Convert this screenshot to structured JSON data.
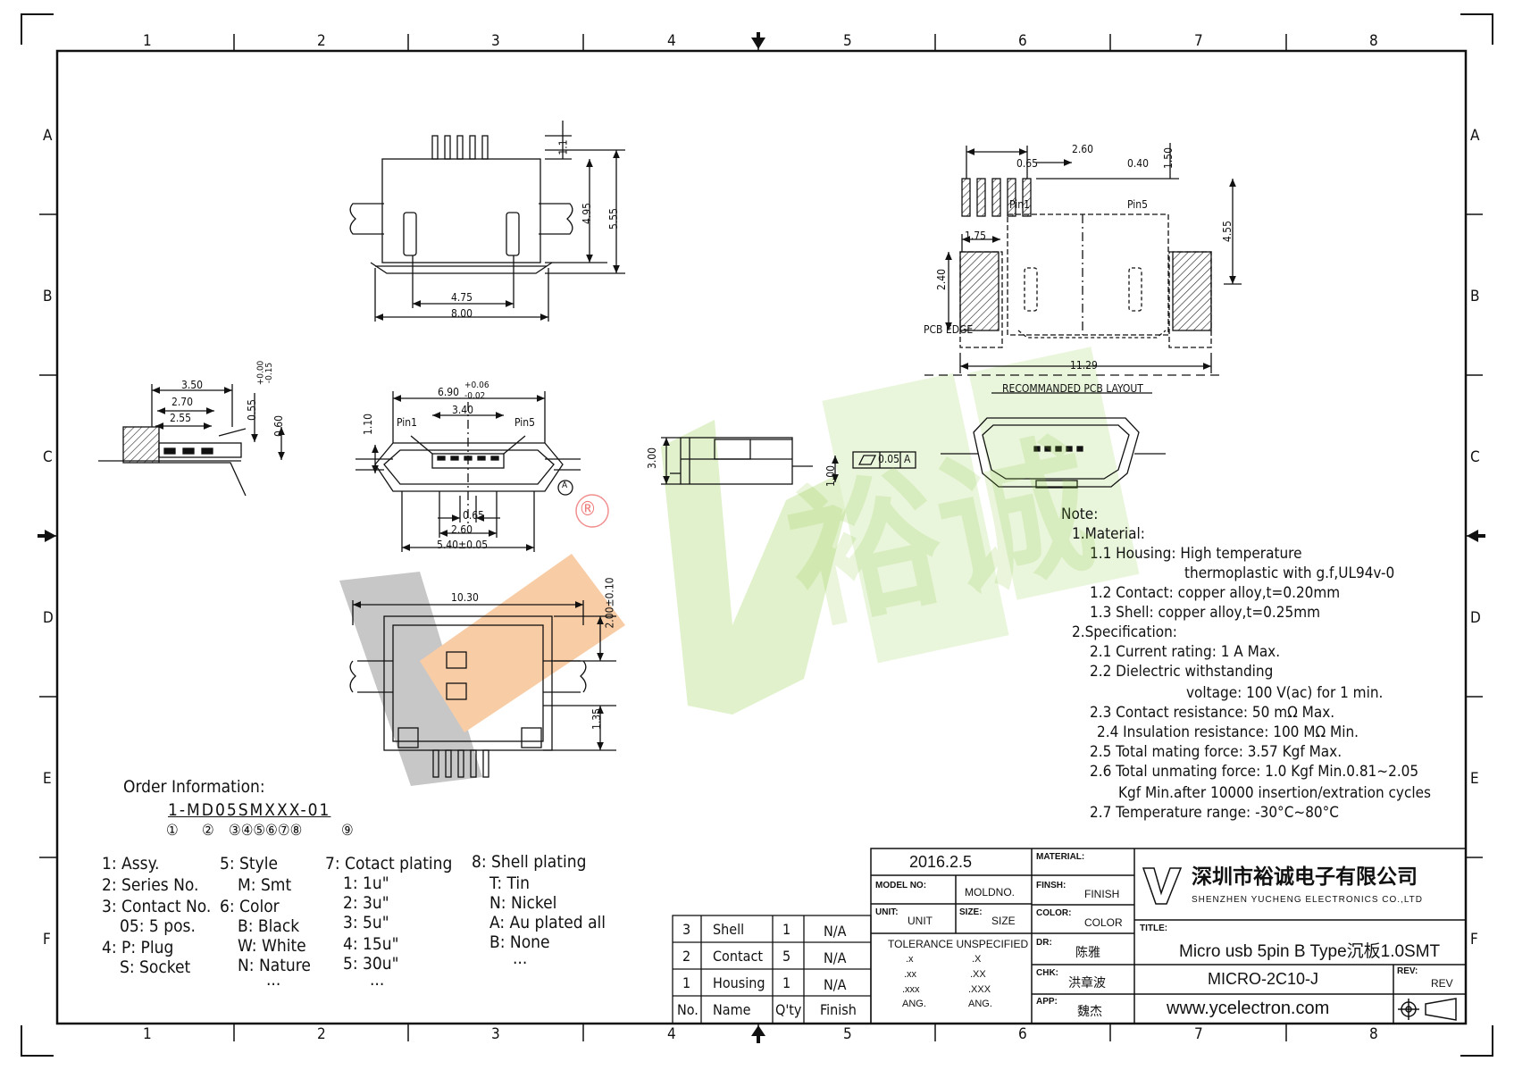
{
  "zones": {
    "cols": [
      "1",
      "2",
      "3",
      "4",
      "5",
      "6",
      "7",
      "8"
    ],
    "rows": [
      "A",
      "B",
      "C",
      "D",
      "E",
      "F"
    ]
  },
  "dims": {
    "top_view": {
      "d1": "1.1",
      "d2": "4.95",
      "d3": "5.55",
      "d4": "4.75",
      "d5": "8.00"
    },
    "pcb": {
      "pitch": "2.60",
      "left": "0.65",
      "right": "0.40",
      "top": "1.50",
      "pin1": "Pin1",
      "pin5": "Pin5",
      "w175": "1.75",
      "h240": "2.40",
      "h455": "4.55",
      "edge": "PCB EDGE",
      "w": "11.29",
      "title": "RECOMMANDED PCB LAYOUT"
    },
    "side": {
      "d350": "3.50",
      "d270": "2.70",
      "d255": "2.55",
      "d055": "0.55",
      "tol_up": "+0.00",
      "tol_dn": "-0.15",
      "d060": "0.60"
    },
    "front": {
      "d690": "6.90",
      "tol_up": "+0.06",
      "tol_dn": "-0.02",
      "d340": "3.40",
      "d110": "1.10",
      "pin1": "Pin1",
      "pin5": "Pin5",
      "datum": "A",
      "d065": "0.65",
      "d260": "2.60",
      "d540": "5.40±0.05"
    },
    "profile": {
      "d300": "3.00",
      "d100": "1.00",
      "flat_val": "0.05",
      "flat_ref": "A"
    },
    "bottom": {
      "d1030": "10.30",
      "d200": "2.00±0.10",
      "d135": "1.35"
    }
  },
  "notes": {
    "title": "Note:",
    "lines": [
      "1.Material:",
      "1.1  Housing:  High  temperature",
      "thermoplastic  with  g.f,UL94v-0",
      "1.2  Contact:  copper  alloy,t=0.20mm",
      "1.3  Shell:  copper  alloy,t=0.25mm",
      "2.Specification:",
      "2.1  Current  rating:  1  A  Max.",
      "2.2  Dielectric  withstanding",
      "voltage:  100  V(ac)  for  1  min.",
      "2.3  Contact  resistance:  50  mΩ  Max.",
      "2.4  Insulation  resistance:  100  MΩ  Min.",
      "2.5  Total  mating  force:  3.57  Kgf  Max.",
      "2.6  Total  unmating  force:  1.0  Kgf  Min.0.81~2.05",
      "Kgf  Min.after  10000  insertion/extration  cycles",
      "2.7  Temperature  range:  -30°C~80°C"
    ]
  },
  "order": {
    "title": "Order Information:",
    "code": "1-MD05SMXXX-01",
    "markers": [
      "①",
      "②",
      "③④⑤⑥⑦⑧",
      "⑨"
    ],
    "col1": [
      "1: Assy.",
      "2: Series  No.",
      "3: Contact  No.",
      "05:  5  pos.",
      "4: P:  Plug",
      "S:  Socket"
    ],
    "col2": [
      "5: Style",
      "M:  Smt",
      "6: Color",
      "B:  Black",
      "W:  White",
      "N:  Nature",
      "..."
    ],
    "col3": [
      "7: Cotact  plating",
      "1:  1u\"",
      "2:  3u\"",
      "3:  5u\"",
      "4:  15u\"",
      "5:  30u\"",
      "..."
    ],
    "col4": [
      "8: Shell  plating",
      "T:  Tin",
      "N:  Nickel",
      "A:  Au  plated  all",
      "B:  None",
      "..."
    ]
  },
  "bom": {
    "rows": [
      [
        "3",
        "Shell",
        "1",
        "N/A"
      ],
      [
        "2",
        "Contact",
        "5",
        "N/A"
      ],
      [
        "1",
        "Housing",
        "1",
        "N/A"
      ]
    ],
    "header": [
      "No.",
      "Name",
      "Q'ty",
      "Finish"
    ]
  },
  "titleblock": {
    "date": "2016.2.5",
    "model_no_label": "MODEL NO:",
    "model_no_val": "MOLDNO.",
    "unit_label": "UNIT:",
    "unit_val": "UNIT",
    "size_label": "SIZE:",
    "size_val": "SIZE",
    "tolerance": "TOLERANCE UNSPECIFIED",
    "tol_rows": [
      [
        ".x",
        ".X"
      ],
      [
        ".xx",
        ".XX"
      ],
      [
        ".xxx",
        ".XXX"
      ],
      [
        "ANG.",
        "ANG."
      ]
    ],
    "material_label": "MATERIAL:",
    "finish_label": "FINSH:",
    "finish_val": "FINISH",
    "color_label": "COLOR:",
    "color_val": "COLOR",
    "dr_label": "DR:",
    "dr_val": "陈雅",
    "chk_label": "CHK:",
    "chk_val": "洪章波",
    "app_label": "APP:",
    "app_val": "魏杰",
    "company_cn": "深圳市裕诚电子有限公司",
    "company_en": "SHENZHEN  YUCHENG  ELECTRONICS  CO.,LTD",
    "title_label": "TITLE:",
    "title_val": "Micro  usb  5pin  B  Type沉板1.0SMT",
    "part_no": "MICRO-2C10-J",
    "rev_label": "REV:",
    "rev_val": "REV",
    "website": "www.ycelectron.com"
  },
  "watermark": {
    "brand": "裕诚",
    "reg": "®"
  },
  "colors": {
    "line": "#111111",
    "hatch": "#222222",
    "wm_green": "#8cc63f",
    "wm_grey": "#9a9a9a",
    "wm_orange": "#f3a35c",
    "reg_red": "#e84545"
  }
}
